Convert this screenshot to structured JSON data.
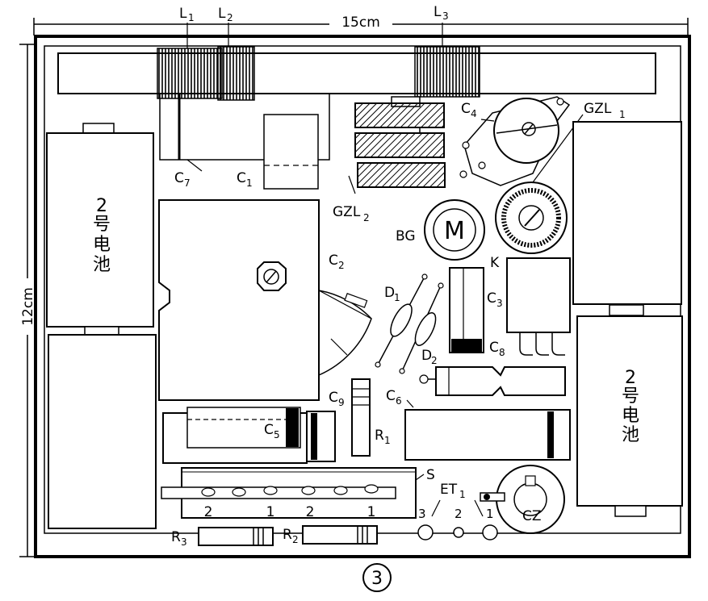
{
  "dimensions": {
    "width": "15cm",
    "height": "12cm"
  },
  "figure_number": "3",
  "coils": {
    "l1": "L",
    "l1_sub": "1",
    "l2": "L",
    "l2_sub": "2",
    "l3": "L",
    "l3_sub": "3"
  },
  "battery_left": {
    "number": "2",
    "char1": "号",
    "char2": "电",
    "char3": "池"
  },
  "battery_right": {
    "number": "2",
    "char1": "号",
    "char2": "电",
    "char3": "池"
  },
  "labels": {
    "c1": "C",
    "c1_sub": "1",
    "c2": "C",
    "c2_sub": "2",
    "c3": "C",
    "c3_sub": "3",
    "c4": "C",
    "c4_sub": "4",
    "c5": "C",
    "c5_sub": "5",
    "c6": "C",
    "c6_sub": "6",
    "c7": "C",
    "c7_sub": "7",
    "c8": "C",
    "c8_sub": "8",
    "c9": "C",
    "c9_sub": "9",
    "gzl1": "GZL",
    "gzl1_sub": "1",
    "gzl2": "GZL",
    "gzl2_sub": "2",
    "bg": "BG",
    "bg_mark": "M",
    "d1": "D",
    "d1_sub": "1",
    "d2": "D",
    "d2_sub": "2",
    "k": "K",
    "r1": "R",
    "r1_sub": "1",
    "r2": "R",
    "r2_sub": "2",
    "r3": "R",
    "r3_sub": "3",
    "s": "S",
    "et1": "ET",
    "et1_sub": "1",
    "cz": "CZ"
  },
  "switch_positions": [
    "2",
    "1",
    "2",
    "1"
  ],
  "et_pins": [
    "3",
    "2",
    "1"
  ]
}
